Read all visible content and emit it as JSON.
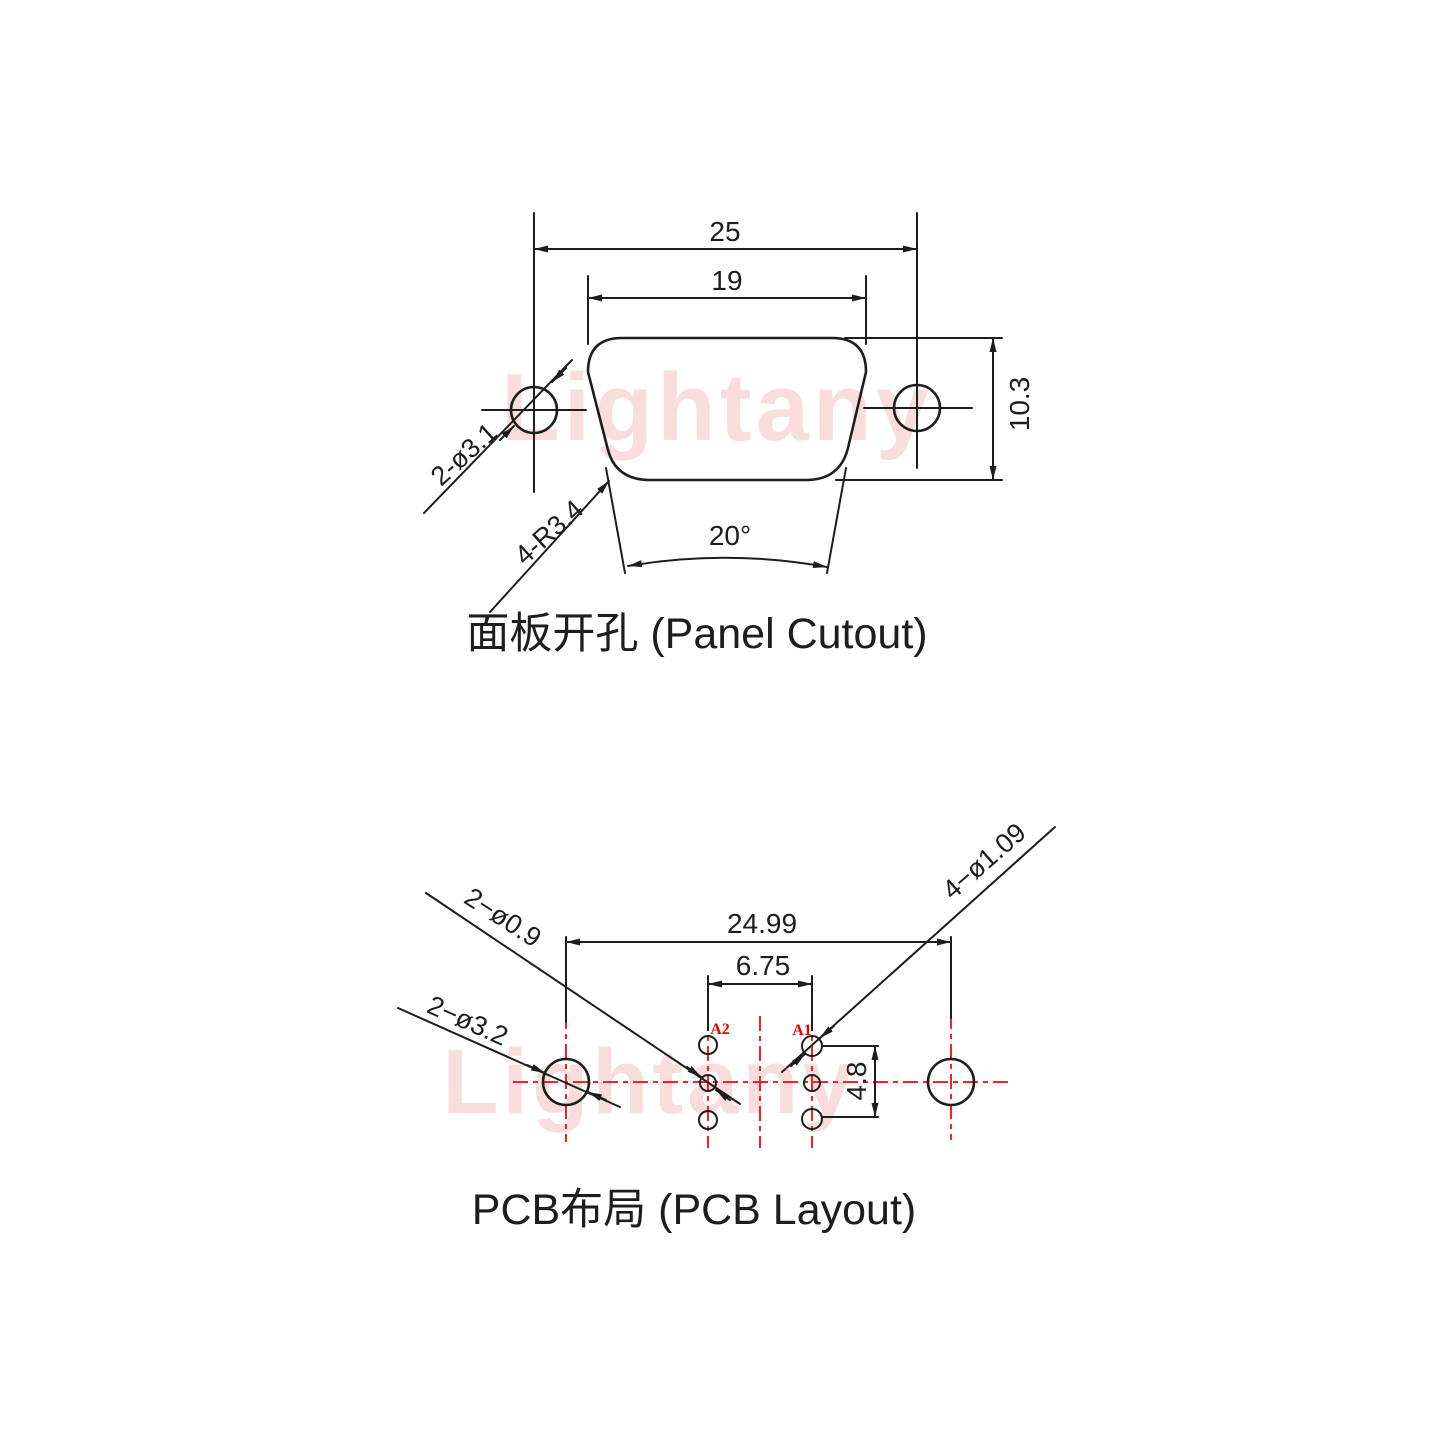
{
  "watermark": {
    "text": "Lightany"
  },
  "panel_cutout": {
    "title": "面板开孔 (Panel Cutout)",
    "dim_outer_width": "25",
    "dim_inner_width": "19",
    "dim_height": "10.3",
    "dim_angle": "20°",
    "label_mount_holes": "2-ø3.1",
    "label_corner_radius": "4-R3.4"
  },
  "pcb_layout": {
    "title": "PCB布局 (PCB Layout)",
    "dim_mount_span": "24.99",
    "dim_signal_span": "6.75",
    "dim_vertical_pitch": "4.8",
    "label_locating_holes": "2−ø0.9",
    "label_mount_holes": "2−ø3.2",
    "label_signal_holes": "4−ø1.09",
    "pin_a1": "A1",
    "pin_a2": "A2"
  },
  "colors": {
    "line": "#1d1d1d",
    "red": "#f42222",
    "label_red": "#e60000",
    "pink": "#f6c7c7"
  }
}
